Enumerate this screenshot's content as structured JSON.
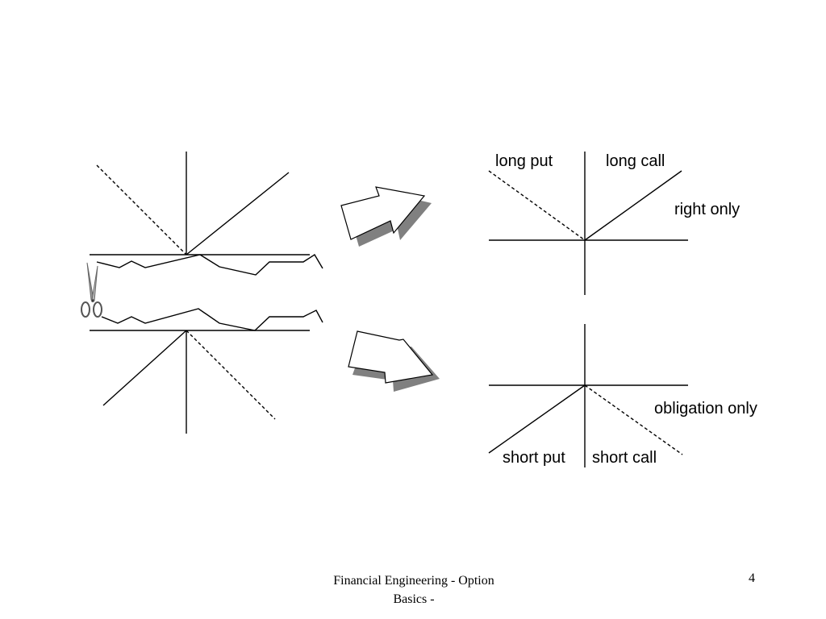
{
  "labels": {
    "long_put": "long put",
    "long_call": "long call",
    "right_only": "right only",
    "obligation_only": "obligation only",
    "short_put": "short put",
    "short_call": "short call"
  },
  "footer": {
    "title_line1": "Financial Engineering - Option",
    "title_line2": "Basics -",
    "page_number": "4"
  },
  "icons": [
    "scissors-icon",
    "arrow-right-icon"
  ],
  "colors": {
    "line": "#000000",
    "arrow_shadow": "#808080",
    "scissors": "#808080"
  }
}
